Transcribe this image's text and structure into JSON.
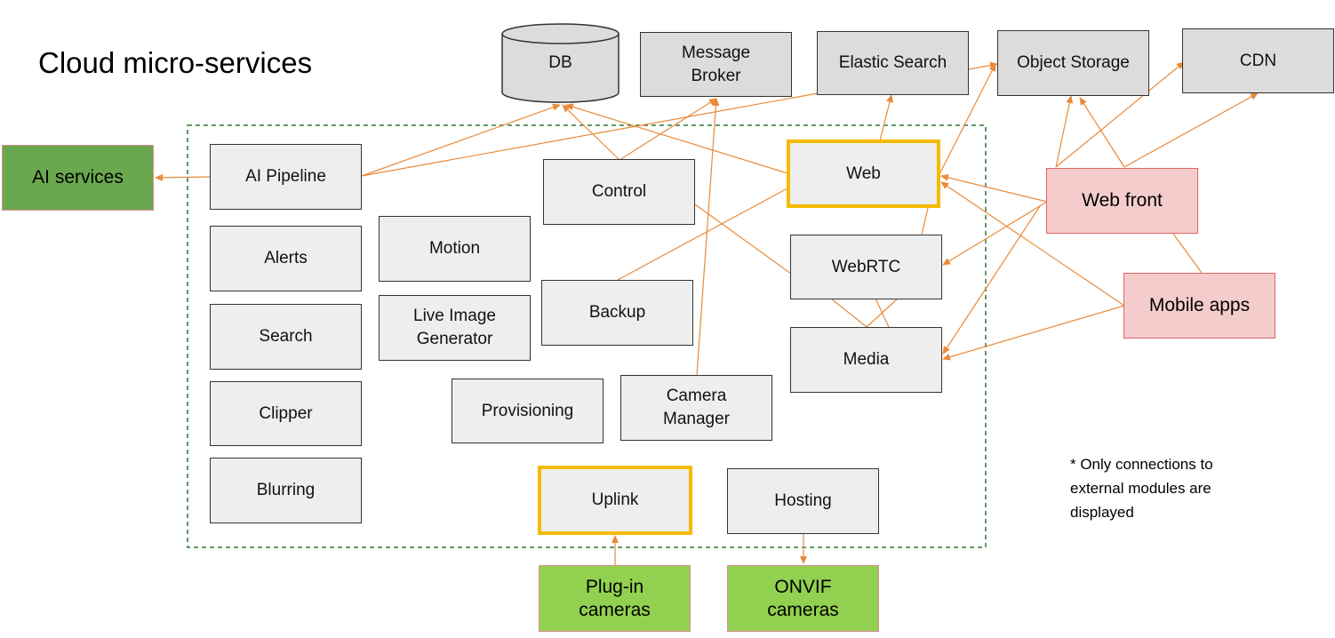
{
  "title": "Cloud micro-services",
  "note": "* Only connections to\nexternal modules are\ndisplayed",
  "colors": {
    "arrow": "#ea8a3a",
    "highlight_border": "#f5bb00",
    "boundary": "#2e7d32",
    "internal_box": "#eeeeee",
    "external_box": "#dcdcdc",
    "ai_services": "#6aa84f",
    "cameras": "#92d050",
    "clients": "#f4cccc"
  },
  "external": {
    "db": "DB",
    "message_broker": "Message\nBroker",
    "elastic_search": "Elastic Search",
    "object_storage": "Object Storage",
    "cdn": "CDN",
    "ai_services": "AI services",
    "web_front": "Web front",
    "mobile_apps": "Mobile apps",
    "plugin_cameras": "Plug-in\ncameras",
    "onvif_cameras": "ONVIF\ncameras"
  },
  "services": {
    "ai_pipeline": "AI Pipeline",
    "alerts": "Alerts",
    "search": "Search",
    "clipper": "Clipper",
    "blurring": "Blurring",
    "motion": "Motion",
    "live_image_generator": "Live Image\nGenerator",
    "control": "Control",
    "backup": "Backup",
    "provisioning": "Provisioning",
    "camera_manager": "Camera\nManager",
    "web": "Web",
    "webrtc": "WebRTC",
    "media": "Media",
    "uplink": "Uplink",
    "hosting": "Hosting"
  }
}
